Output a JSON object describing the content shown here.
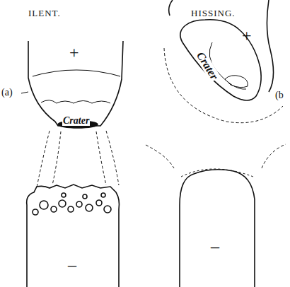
{
  "diagram": {
    "labels": [
      "ILENT.",
      "HISSING.",
      "+",
      "Crater",
      "(a)",
      "–",
      "+",
      "Crater",
      "(b",
      "–"
    ]
  }
}
